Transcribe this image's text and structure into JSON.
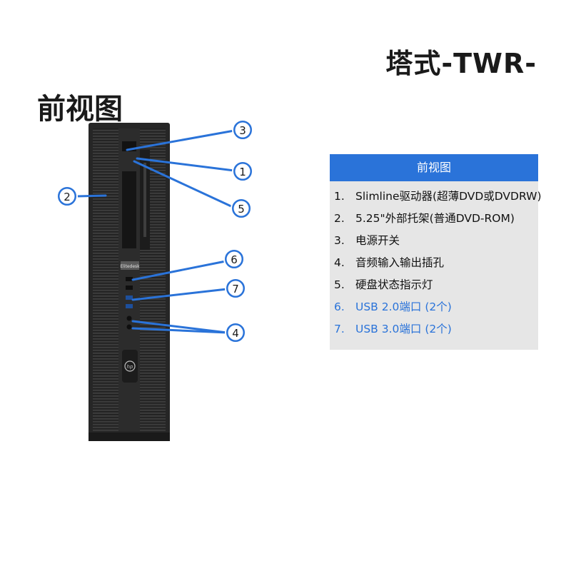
{
  "title": "塔式-TWR-",
  "section_heading": "前视图",
  "tower": {
    "badge": "Elitedesk",
    "logo": "hp"
  },
  "callouts": [
    {
      "num": "3"
    },
    {
      "num": "1"
    },
    {
      "num": "5"
    },
    {
      "num": "2"
    },
    {
      "num": "6"
    },
    {
      "num": "7"
    },
    {
      "num": "4"
    }
  ],
  "legend": {
    "header": "前视图",
    "items": [
      {
        "num": "1.",
        "text": "Slimline驱动器(超薄DVD或DVDRW)",
        "color": "#111111"
      },
      {
        "num": "2.",
        "text": "5.25\"外部托架(普通DVD-ROM)",
        "color": "#111111"
      },
      {
        "num": "3.",
        "text": "电源开关",
        "color": "#111111"
      },
      {
        "num": "4.",
        "text": "音频输入输出插孔",
        "color": "#111111"
      },
      {
        "num": "5.",
        "text": "硬盘状态指示灯",
        "color": "#111111"
      },
      {
        "num": "6.",
        "text": "USB 2.0端口 (2个)",
        "color": "#2a73d9"
      },
      {
        "num": "7.",
        "text": "USB 3.0端口 (2个)",
        "color": "#2a73d9"
      }
    ]
  },
  "colors": {
    "accent": "#2a73d9",
    "tower": "#2b2b2b",
    "legend_bg": "#e6e6e6"
  }
}
